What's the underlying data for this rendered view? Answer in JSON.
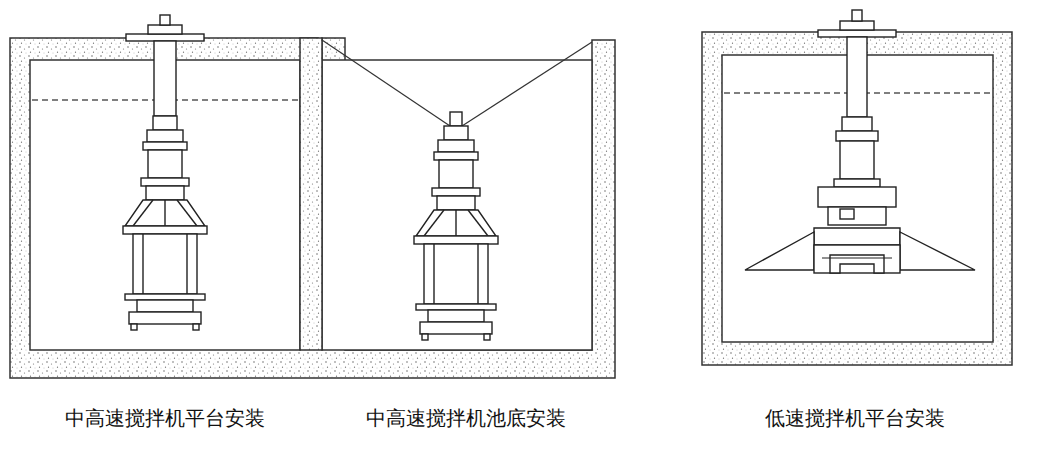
{
  "diagram": {
    "labels": [
      "中高速搅拌机平台安装",
      "中高速搅拌机池底安装",
      "低速搅拌机平台安装"
    ]
  }
}
